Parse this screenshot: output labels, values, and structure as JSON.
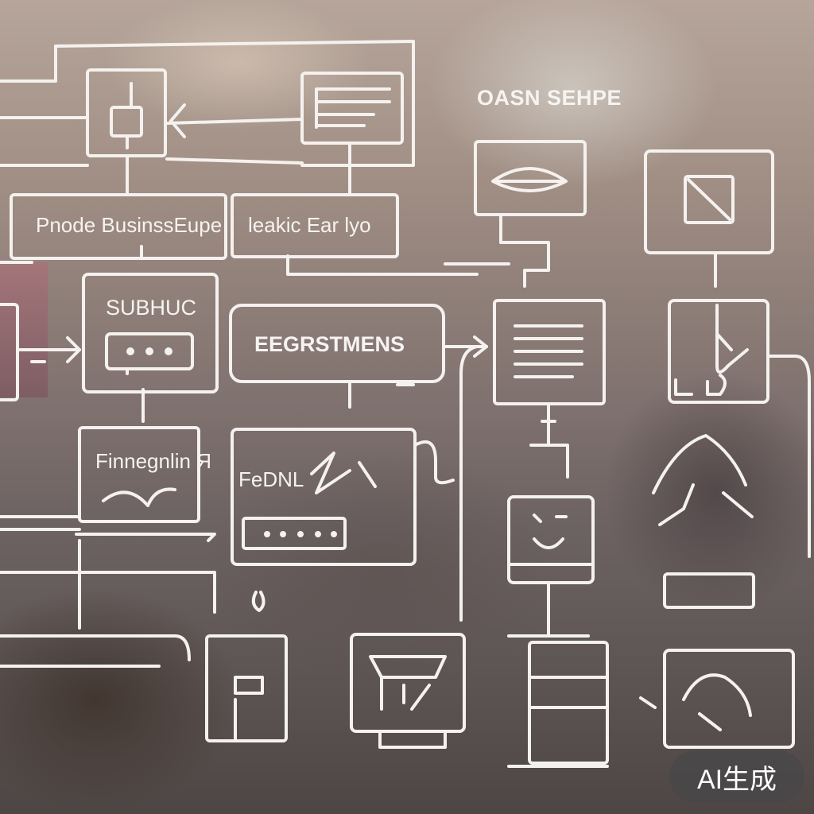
{
  "diagram": {
    "title": "OASN SEHPE",
    "boxes": {
      "top_left_label": "Pnode BusinssEupe",
      "top_mid_label": "leakic Ear  lyo",
      "mid_left_label": "SUBHUC",
      "center_label": "EEGRSTMENS",
      "lower_left_label": "Finnegnlin Я",
      "lower_mid_label": "FeDNL"
    }
  },
  "watermark": {
    "text": "AI生成"
  },
  "colors": {
    "line": "#f4f1ee",
    "badge_bg": "#464648"
  }
}
